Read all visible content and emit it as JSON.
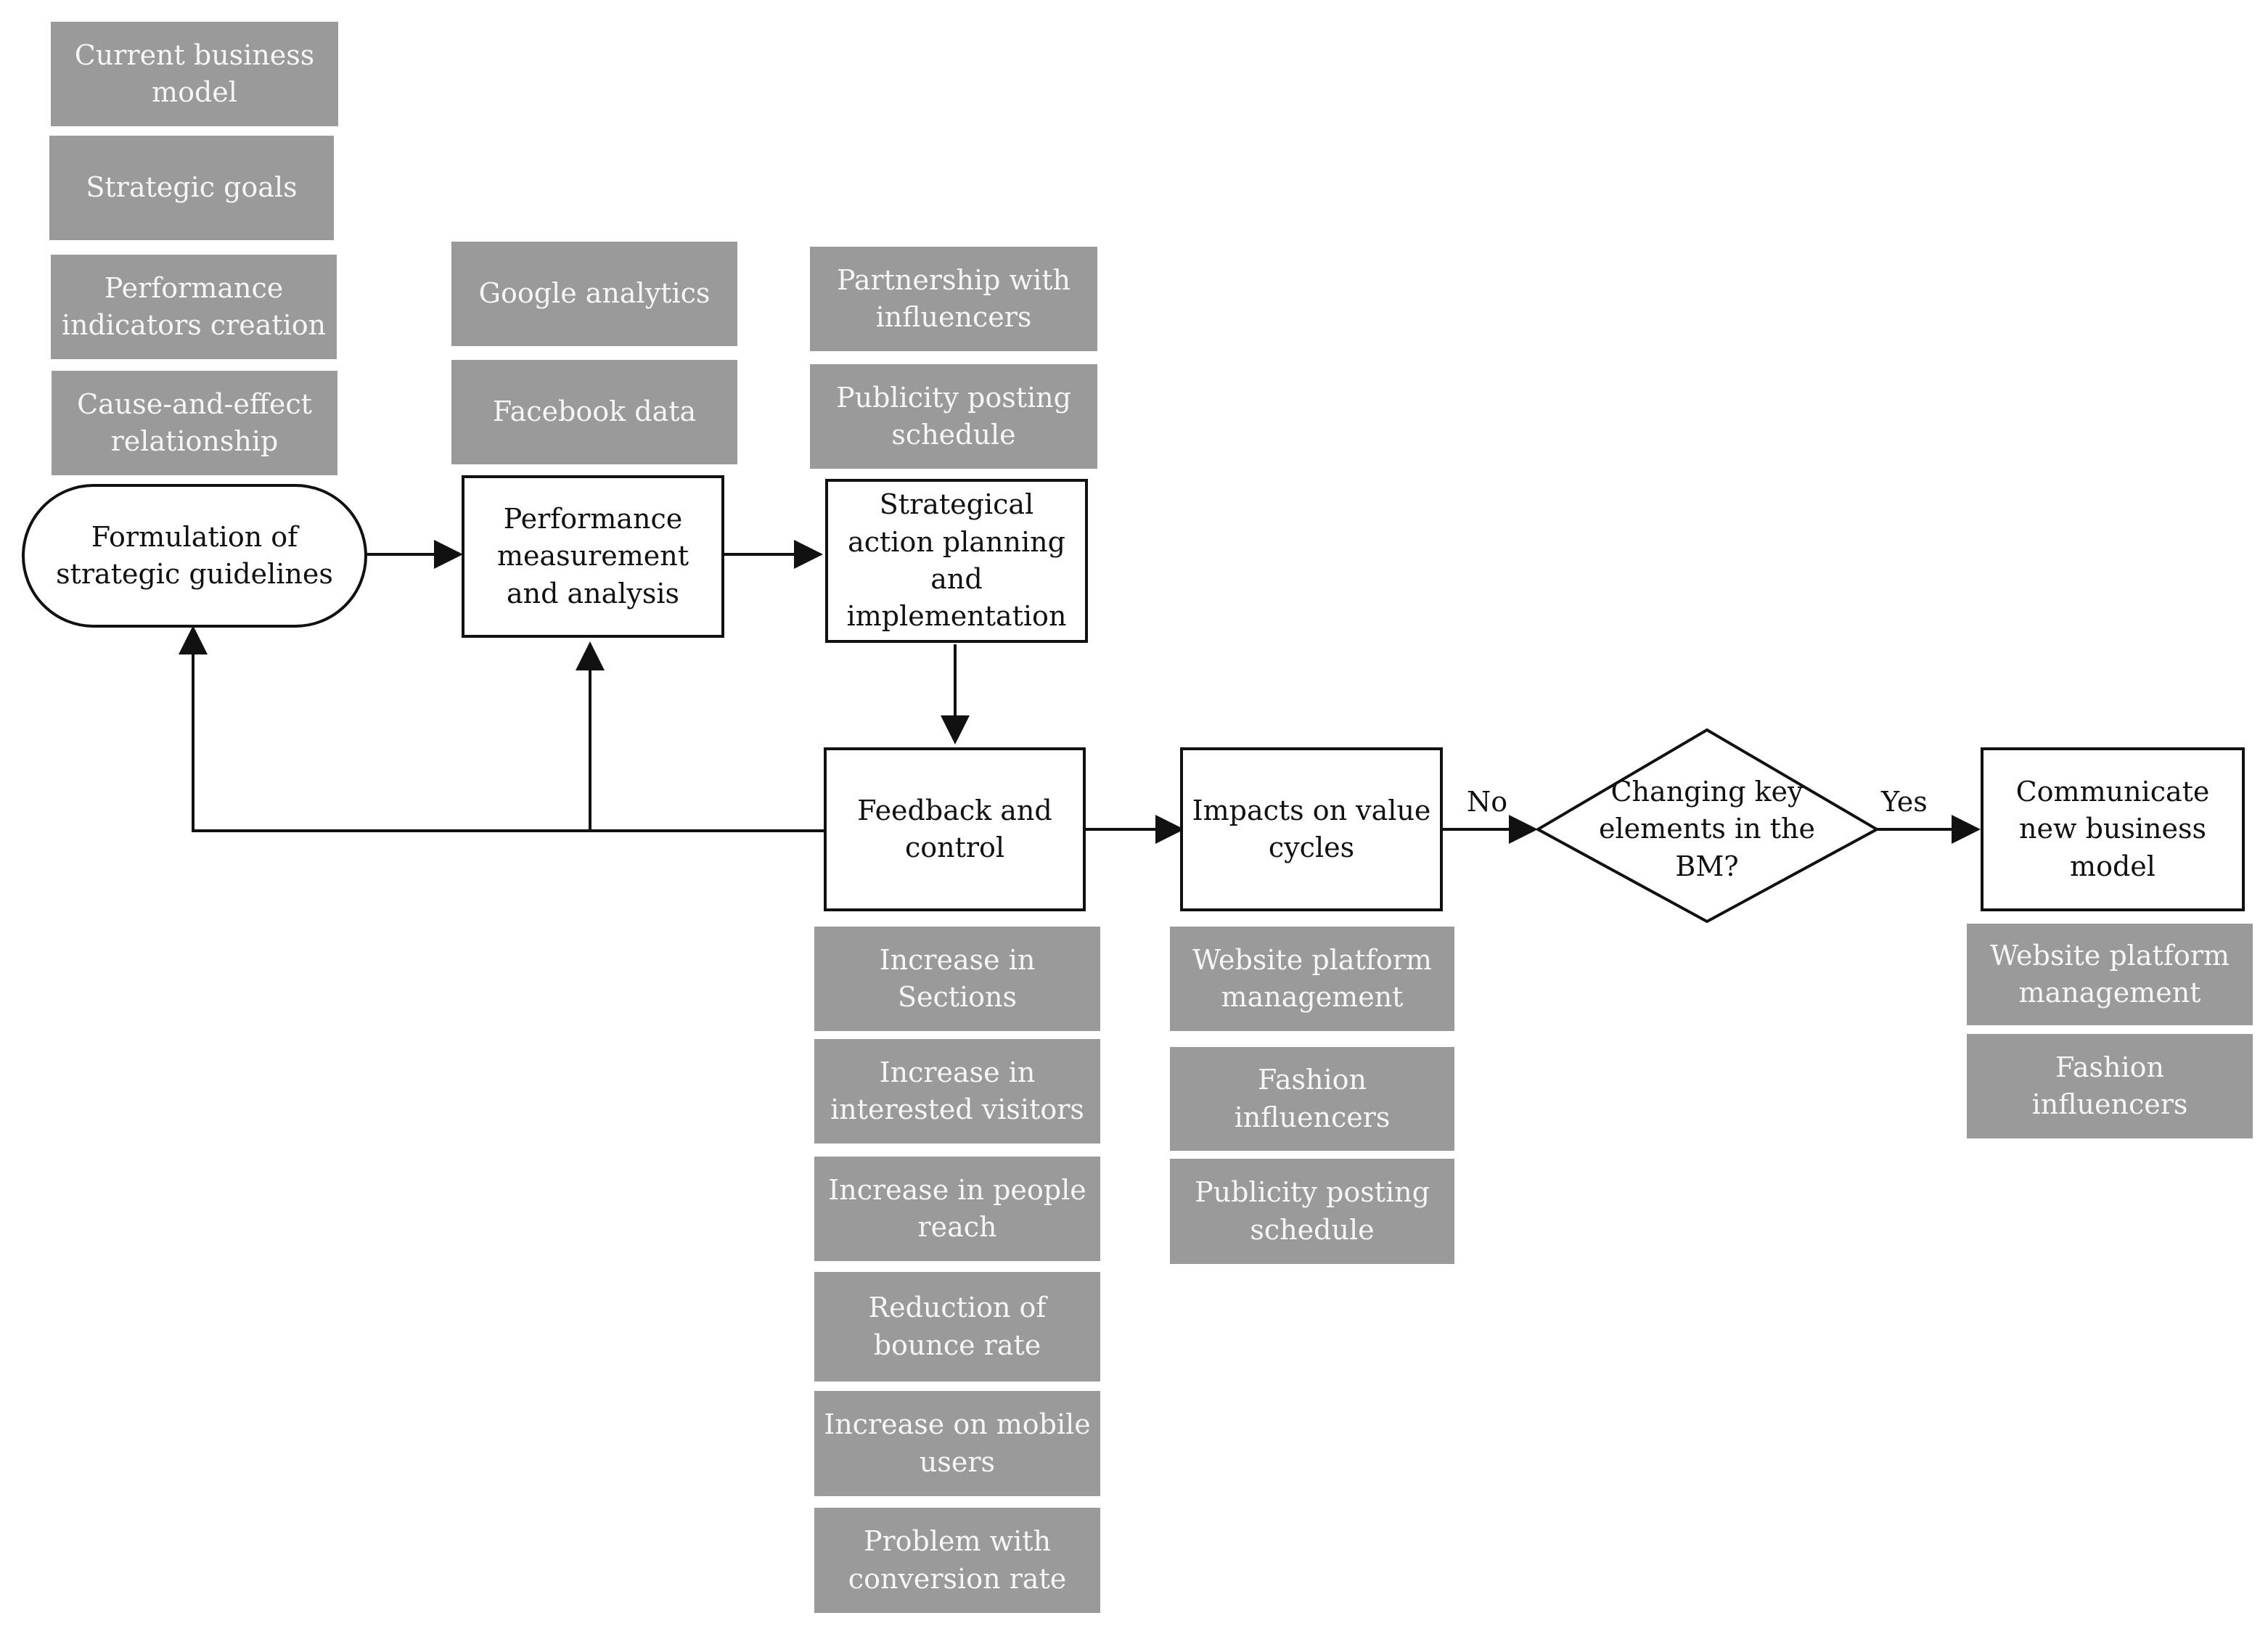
{
  "guideline_inputs": [
    "Current business model",
    "Strategic goals",
    "Performance indicators creation",
    "Cause-and-effect relationship"
  ],
  "analysis_inputs": [
    "Google analytics",
    "Facebook data"
  ],
  "planning_inputs": [
    "Partnership with influencers",
    "Publicity posting schedule"
  ],
  "feedback_outputs": [
    "Increase in Sections",
    "Increase in interested visitors",
    "Increase in people reach",
    "Reduction of bounce rate",
    "Increase on mobile users",
    "Problem with conversion rate"
  ],
  "impact_outputs": [
    "Website platform management",
    "Fashion influencers",
    "Publicity posting schedule"
  ],
  "communicate_outputs": [
    "Website platform management",
    "Fashion influencers"
  ],
  "process": {
    "formulation": "Formulation of strategic guidelines",
    "performance": "Performance measurement and analysis",
    "strategical": "Strategical action planning and implementation",
    "feedback": "Feedback and control",
    "impacts": "Impacts on value cycles",
    "decision": "Changing key elements in the BM?",
    "communicate": "Communicate new business model"
  },
  "labels": {
    "no": "No",
    "yes": "Yes"
  },
  "colors": {
    "grey_box": "#9a9a9a",
    "grey_text": "#f6f6f6",
    "line": "#111111"
  }
}
